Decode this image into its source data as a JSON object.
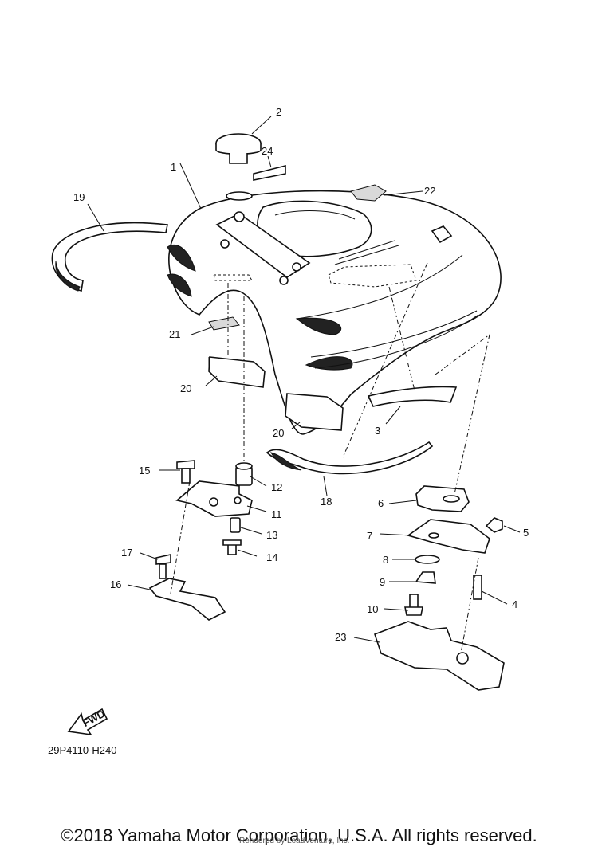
{
  "diagram": {
    "code": "29P4110-H240",
    "fwd_label": "FWD",
    "callouts": [
      "1",
      "2",
      "3",
      "4",
      "5",
      "6",
      "7",
      "8",
      "9",
      "10",
      "11",
      "12",
      "13",
      "14",
      "15",
      "16",
      "17",
      "18",
      "19",
      "20",
      "20",
      "21",
      "22",
      "23",
      "24"
    ]
  },
  "footer": {
    "copyright": "©2018 Yamaha Motor Corporation, U.S.A. All rights reserved.",
    "watermark": "Rendered by LeadVenture, Inc."
  }
}
